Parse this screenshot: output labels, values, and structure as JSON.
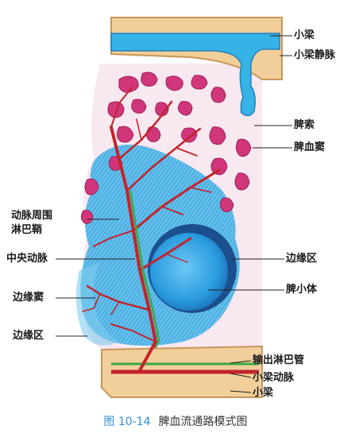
{
  "labels": {
    "trabecula_top": "小梁",
    "trabecular_vein": "小梁静脉",
    "splenic_cord": "脾索",
    "splenic_sinus": "脾血窦",
    "pals_line1": "动脉周围",
    "pals_line2": "淋巴鞘",
    "central_artery": "中央动脉",
    "marginal_zone_right": "边缘区",
    "splenic_nodule": "脾小体",
    "marginal_sinus": "边缘窦",
    "marginal_zone_left": "边缘区",
    "efferent_lymphatic": "输出淋巴管",
    "trabecular_artery": "小梁动脉",
    "trabecula_bottom": "小梁"
  },
  "caption": {
    "number": "图 10-14",
    "title": "脾血流通路模式图"
  },
  "colors": {
    "trabecula": "#f1cf9b",
    "trabecula_edge": "#c9955a",
    "vein": "#36b3e6",
    "red_pulp": "#f8e8f0",
    "sinus": "#d2367a",
    "white_pulp": "#6fc6ee",
    "nodule": "#2f9ee0",
    "nodule_rim": "#1b4f8e",
    "artery": "#c2242c",
    "lymphatic": "#3aa843",
    "caption_number": "#2f8fd8"
  }
}
